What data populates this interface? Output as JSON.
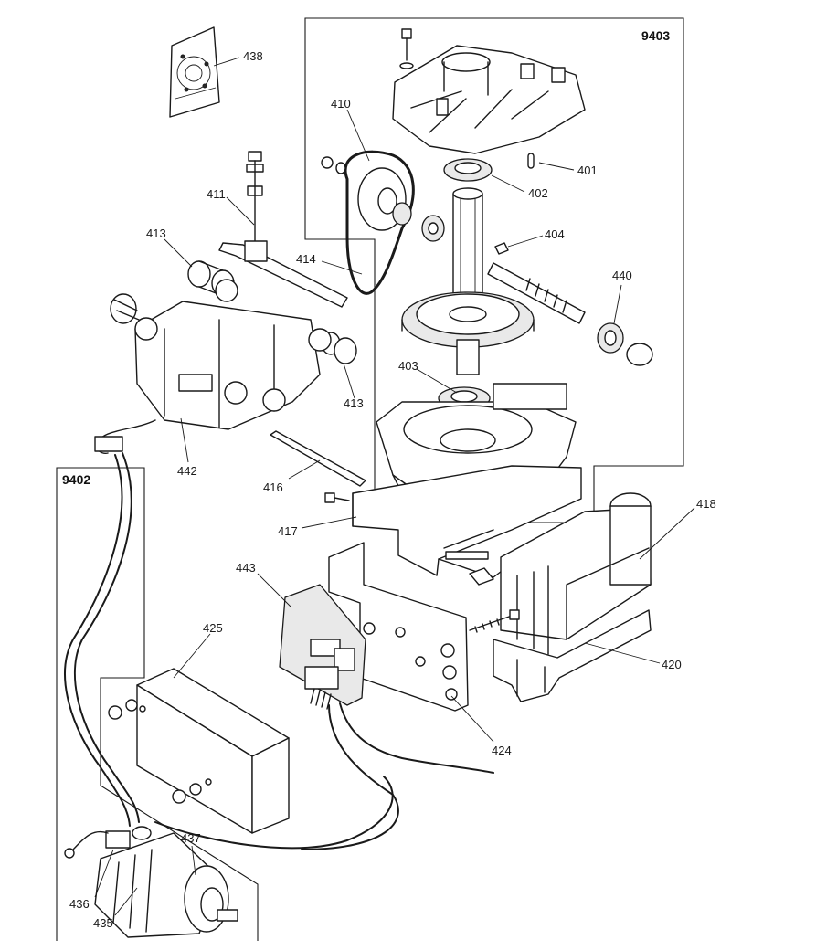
{
  "groups": [
    {
      "id": "group-9403",
      "label": "9403"
    },
    {
      "id": "group-9402",
      "label": "9402"
    }
  ],
  "callouts": [
    {
      "id": "438",
      "label": "438"
    },
    {
      "id": "410",
      "label": "410"
    },
    {
      "id": "401",
      "label": "401"
    },
    {
      "id": "402",
      "label": "402"
    },
    {
      "id": "411",
      "label": "411"
    },
    {
      "id": "404",
      "label": "404"
    },
    {
      "id": "413a",
      "label": "413"
    },
    {
      "id": "414",
      "label": "414"
    },
    {
      "id": "440",
      "label": "440"
    },
    {
      "id": "403",
      "label": "403"
    },
    {
      "id": "413b",
      "label": "413"
    },
    {
      "id": "442",
      "label": "442"
    },
    {
      "id": "416",
      "label": "416"
    },
    {
      "id": "418",
      "label": "418"
    },
    {
      "id": "417",
      "label": "417"
    },
    {
      "id": "443",
      "label": "443"
    },
    {
      "id": "425",
      "label": "425"
    },
    {
      "id": "420",
      "label": "420"
    },
    {
      "id": "424",
      "label": "424"
    },
    {
      "id": "437",
      "label": "437"
    },
    {
      "id": "436",
      "label": "436"
    },
    {
      "id": "435",
      "label": "435"
    }
  ]
}
